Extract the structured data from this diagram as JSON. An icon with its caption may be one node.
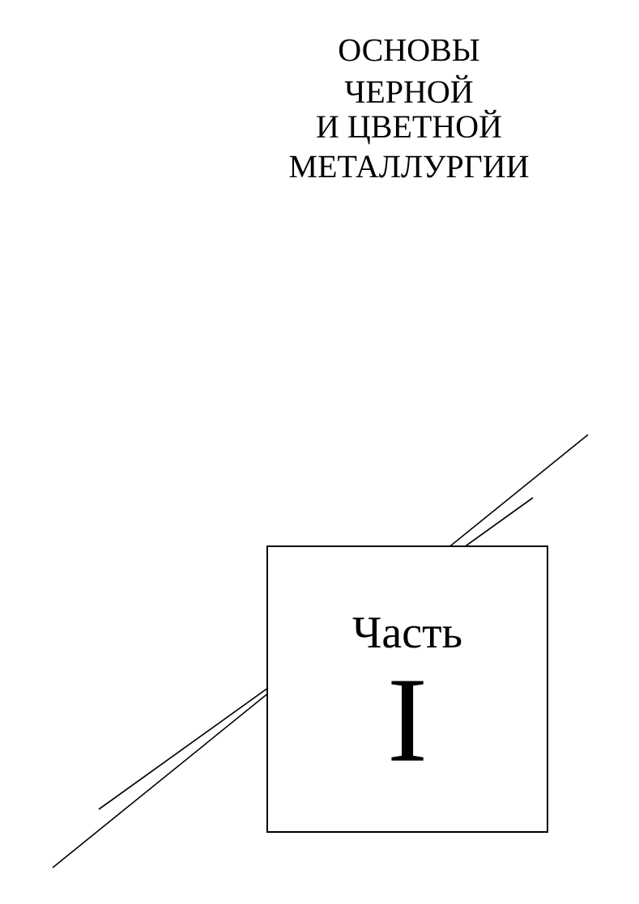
{
  "diagram": {
    "nodes": [
      {
        "text": [
          "Часть",
          "I"
        ]
      }
    ],
    "labels": [
      "ОСНОВЫ",
      "ЧЕРНОЙ",
      "И ЦВЕТНОЙ",
      "МЕТАЛЛУРГИИ"
    ]
  }
}
